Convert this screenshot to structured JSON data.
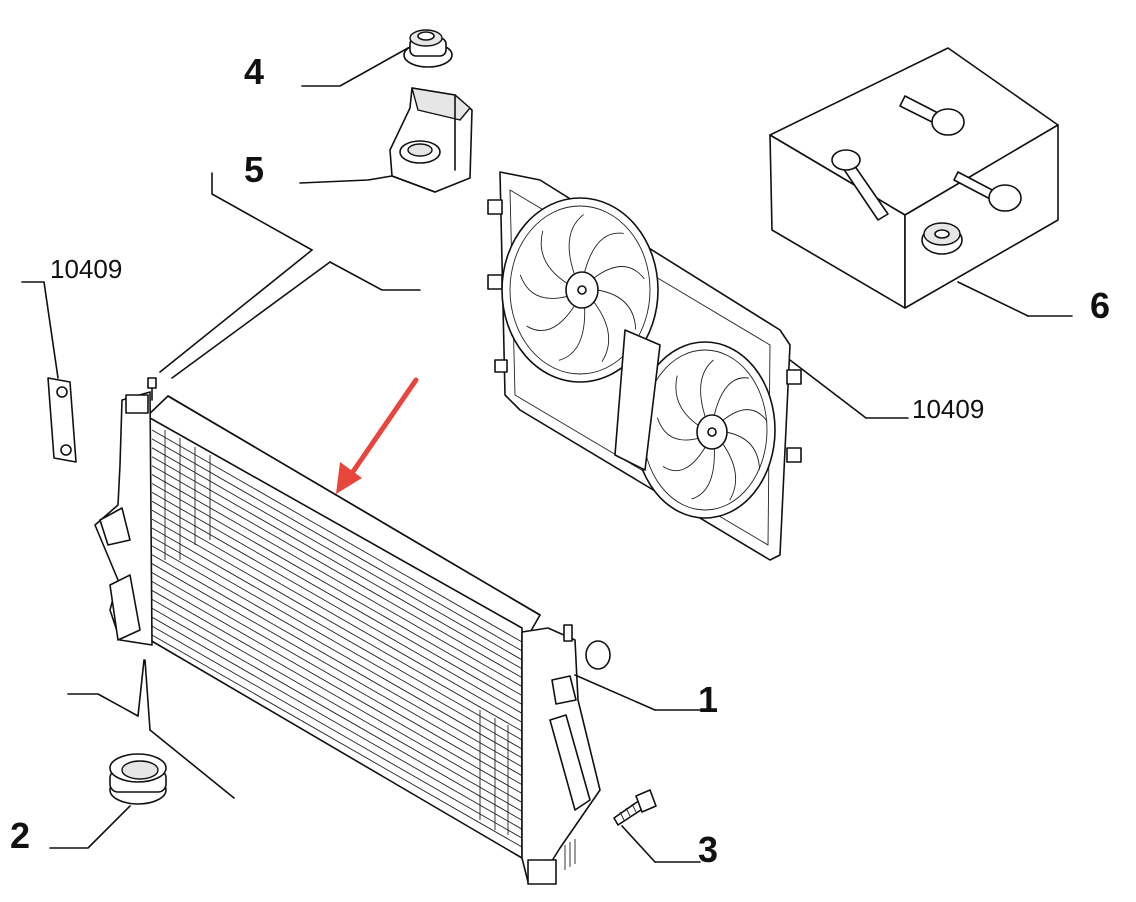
{
  "callouts": {
    "part_1": "1",
    "part_2": "2",
    "part_3": "3",
    "part_4": "4",
    "part_5": "5",
    "part_6": "6",
    "ref_left": "10409",
    "ref_right": "10409"
  },
  "colors": {
    "line": "#111111",
    "arrow": "#e8453c",
    "background": "#ffffff"
  }
}
